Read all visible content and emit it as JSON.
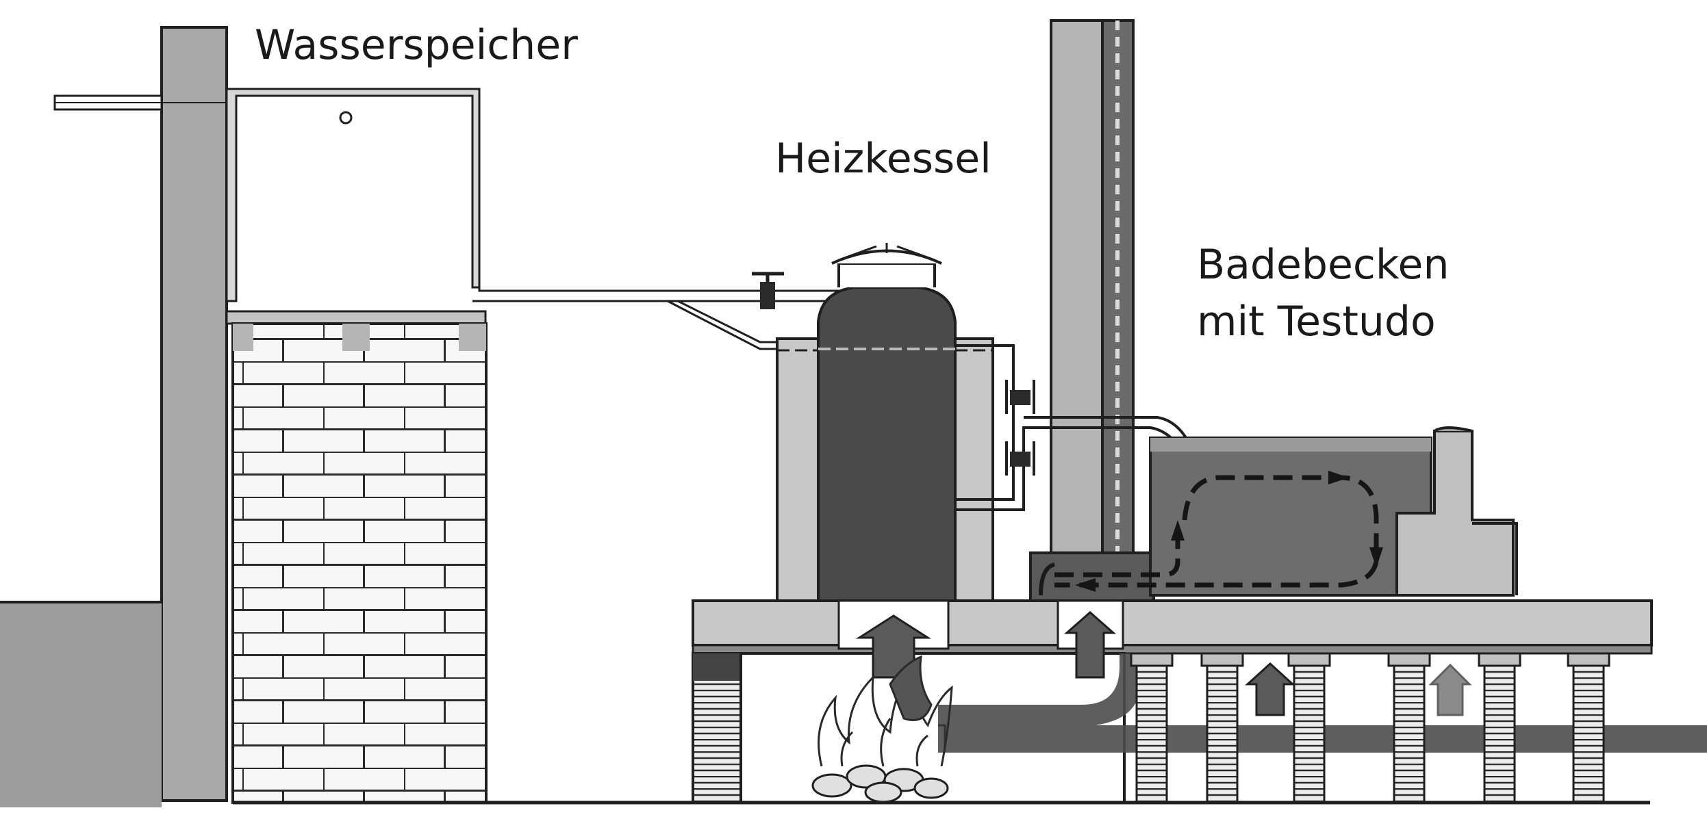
{
  "labels": {
    "water_tank": "Wasserspeicher",
    "boiler": "Heizkessel",
    "pool_line1": "Badebecken",
    "pool_line2": "mit Testudo"
  },
  "colors": {
    "background": "#ffffff",
    "line": "#1f1f1f",
    "wall_fill": "#a9a9a9",
    "masonry_fill": "#d0d0d0",
    "brick_fill": "#f7f7f7",
    "water_dark": "#3e3e3e",
    "water_medium": "#6d6d6d",
    "hot_gas": "#4d4d4d",
    "flow_arrow": "#151515"
  },
  "icons": [
    "valve-icon",
    "fire-icon",
    "firewood-icon",
    "hot-air-arrow-icon",
    "circulation-arrow-icon"
  ]
}
